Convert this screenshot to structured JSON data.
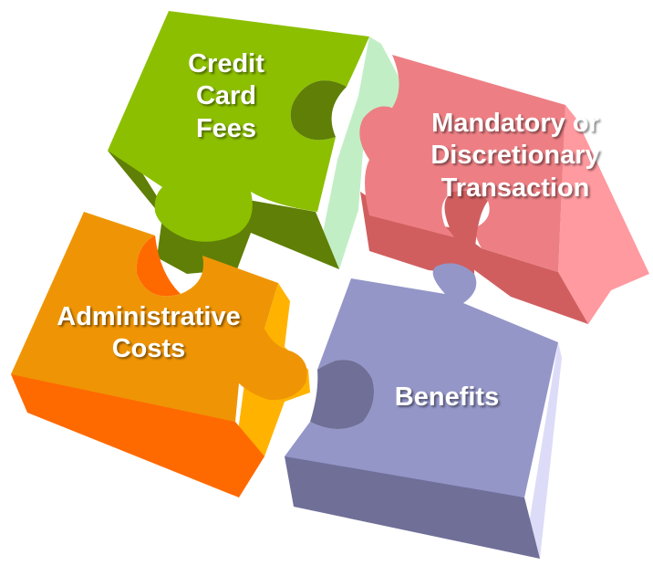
{
  "pieces": {
    "credit": {
      "lines": [
        "Credit",
        "Card",
        "Fees"
      ],
      "top": "#8cbf00",
      "side": "#5f7f06",
      "right": "#c2eec6"
    },
    "mandatory": {
      "lines": [
        "Mandatory or",
        "Discretionary",
        "Transaction"
      ],
      "top": "#ed7f84",
      "side": "#d15e5f",
      "right": "#ff9aa0"
    },
    "admin": {
      "lines": [
        "Administrative",
        "Costs"
      ],
      "top": "#ef9505",
      "side": "#ff6a00",
      "right": "#ffb300"
    },
    "benefits": {
      "lines": [
        "Benefits"
      ],
      "top": "#9496c8",
      "side": "#6f6f98",
      "right": "#dcdcf8"
    }
  }
}
